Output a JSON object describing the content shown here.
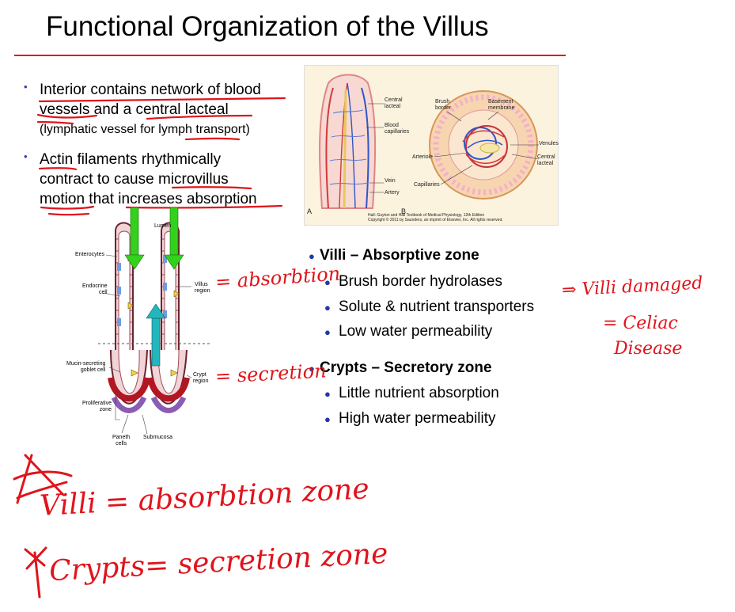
{
  "slide": {
    "title": "Functional Organization of the Villus"
  },
  "bullets": [
    {
      "lines": [
        "Interior contains network of blood",
        "vessels and a central lacteal",
        "(lymphatic vessel for lymph transport)"
      ]
    },
    {
      "lines": [
        "Actin filaments rhythmically",
        "contract to cause microvillus",
        "motion that increases absorption"
      ]
    }
  ],
  "figure_top": {
    "labels": {
      "central_lacteal": "Central\nlacteal",
      "blood_capillaries": "Blood\ncapillaries",
      "vein": "Vein",
      "artery": "Artery",
      "brush_border": "Brush\nborder",
      "basement_membrane": "Basement\nmembrane",
      "venules": "Venules",
      "central_lacteal_b": "Central\nlacteal",
      "arteriole": "Arteriole",
      "capillaries": "Capillaries",
      "panel_a": "A",
      "panel_b": "B",
      "credit_1": "Hall: Guyton and Hall Textbook of Medical Physiology, 12th Edition",
      "credit_2": "Copyright © 2011 by Saunders, an imprint of Elsevier, Inc. All rights reserved."
    }
  },
  "figure_villus": {
    "labels": {
      "lumen": "Lumen",
      "enterocytes": "Enterocytes",
      "endocrine_cell": "Endocrine\ncell",
      "villus_region": "Villus\nregion",
      "mucin_goblet": "Mucin-secreting\ngoblet cell",
      "crypt_region": "Crypt\nregion",
      "proliferative_zone": "Proliferative\nzone",
      "paneth_cells": "Paneth\ncells",
      "submucosa": "Submucosa"
    }
  },
  "sections": [
    {
      "heading": "Villi – Absorptive zone",
      "items": [
        "Brush border hydrolases",
        "Solute & nutrient transporters",
        "Low water permeability"
      ]
    },
    {
      "heading": "Crypts – Secretory zone",
      "items": [
        "Little nutrient absorption",
        "High water permeability"
      ]
    }
  ],
  "annotations": {
    "absorption": "= absorbtion",
    "secretion": "= secretion",
    "villi_damaged_1": "⇒ Villi damaged",
    "villi_damaged_2": "= Celiac",
    "villi_damaged_3": "Disease",
    "note_1": "Villi = absorbtion zone",
    "note_2": "Crypts= secretion zone"
  },
  "colors": {
    "title_rule": "#d81e1e",
    "ink": "#e0141c",
    "bullet": "#2b3ea8",
    "arrow_green": "#33d11c",
    "arrow_cyan": "#23b6bd"
  }
}
